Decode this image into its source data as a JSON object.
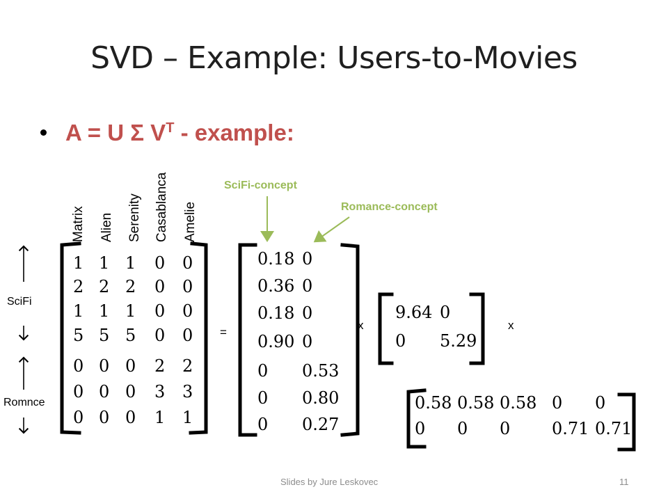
{
  "slide": {
    "title": "SVD – Example: Users-to-Movies",
    "bullet_text": "A = U Σ V",
    "bullet_sup": "T",
    "bullet_rest": " - example:",
    "movies": [
      "Matrix",
      "Alien",
      "Serenity",
      "Casablanca",
      "Amelie"
    ],
    "group_labels": [
      "SciFi",
      "Romnce"
    ],
    "concept_labels": [
      "SciFi-concept",
      "Romance-concept"
    ],
    "operators": [
      "=",
      "x",
      "x"
    ],
    "matrix_A": [
      [
        "1",
        "1",
        "1",
        "0",
        "0"
      ],
      [
        "2",
        "2",
        "2",
        "0",
        "0"
      ],
      [
        "1",
        "1",
        "1",
        "0",
        "0"
      ],
      [
        "5",
        "5",
        "5",
        "0",
        "0"
      ],
      [
        "0",
        "0",
        "0",
        "2",
        "2"
      ],
      [
        "0",
        "0",
        "0",
        "3",
        "3"
      ],
      [
        "0",
        "0",
        "0",
        "1",
        "1"
      ]
    ],
    "matrix_U": [
      [
        "0.18",
        "0"
      ],
      [
        "0.36",
        "0"
      ],
      [
        "0.18",
        "0"
      ],
      [
        "0.90",
        "0"
      ],
      [
        "0",
        "0.53"
      ],
      [
        "0",
        "0.80"
      ],
      [
        "0",
        "0.27"
      ]
    ],
    "matrix_S": [
      [
        "9.64",
        "0"
      ],
      [
        "0",
        "5.29"
      ]
    ],
    "matrix_VT": [
      [
        "0.58",
        "0.58",
        "0.58",
        "0",
        "0"
      ],
      [
        "0",
        "0",
        "0",
        "0.71",
        "0.71"
      ]
    ],
    "footer": "Slides by Jure Leskovec",
    "page_number": "11"
  },
  "colors": {
    "accent": "#c0504d",
    "concept": "#9bbb59",
    "footer": "#8c8c8c"
  }
}
